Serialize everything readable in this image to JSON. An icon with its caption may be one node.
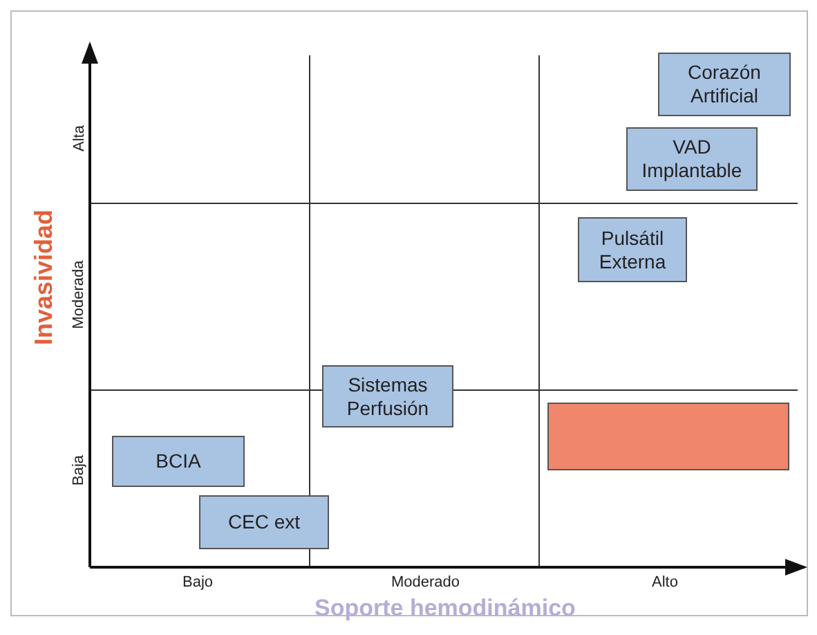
{
  "diagram": {
    "nodes": [
      {
        "text": [
          "Corazón Artificial"
        ]
      },
      {
        "text": [
          "VAD Implantable"
        ]
      },
      {
        "text": [
          "Pulsátil Externa"
        ]
      },
      {
        "text": [
          "Sistemas Perfusión"
        ]
      },
      {
        "text": [],
        "shape": "box"
      },
      {
        "text": [
          "BCIA"
        ]
      },
      {
        "text": [
          "CEC ext"
        ]
      }
    ],
    "edges": [],
    "labels": [
      "Invasividad",
      "Alta",
      "Moderada",
      "Baja",
      "Bajo",
      "Moderado",
      "Alto",
      "Soporte hemodinámico"
    ]
  }
}
